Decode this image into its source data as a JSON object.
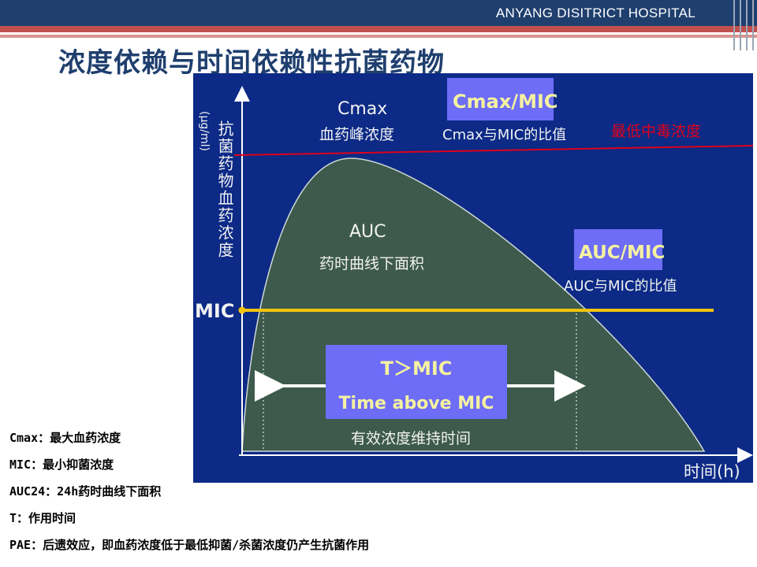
{
  "header": {
    "organization": "ANYANG DISITRICT HOSPITAL"
  },
  "slide": {
    "title": "浓度依赖与时间依赖性抗菌药物"
  },
  "diagram": {
    "y_axis_label": "抗菌药物血药浓度",
    "y_axis_unit": "(μg/ml)",
    "x_axis_label": "时间(h)",
    "cmax_label": "Cmax",
    "cmax_caption": "血药峰浓度",
    "cmax_mic_box": "Cmax/MIC",
    "cmax_mic_caption": "Cmax与MIC的比值",
    "toxic_label": "最低中毒浓度",
    "auc_label": "AUC",
    "auc_caption": "药时曲线下面积",
    "auc_mic_box": "AUC/MIC",
    "auc_mic_caption": "AUC与MIC的比值",
    "mic_label": "MIC",
    "t_mic_line1": "T＞MIC",
    "t_mic_line2": "Time above MIC",
    "t_mic_caption": "有效浓度维持时间",
    "colors": {
      "panel": "#0c2a86",
      "curve_fill": "#3d5a4c",
      "mic_line": "#f1c40f",
      "toxic_line": "#e0001b",
      "box": "#6d6df7",
      "text": "#f2f2f2"
    }
  },
  "notes": [
    "Cmax：最大血药浓度",
    "MIC：最小抑菌浓度",
    "AUC24：24h药时曲线下面积",
    "T：作用时间",
    "PAE：后遗效应，即血药浓度低于最低抑菌/杀菌浓度仍产生抗菌作用"
  ]
}
